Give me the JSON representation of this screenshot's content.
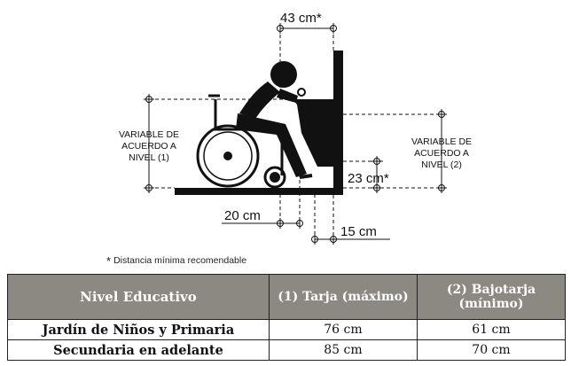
{
  "diagram": {
    "dim_top": "43 cm*",
    "left_label": [
      "VARIABLE DE",
      "ACUERDO A",
      "NIVEL (1)"
    ],
    "right_label": [
      "VARIABLE DE",
      "ACUERDO A",
      "NIVEL (2)"
    ],
    "dim_knee": "23 cm*",
    "dim_20": "20 cm",
    "dim_15": "15 cm"
  },
  "footnote": {
    "star": "*",
    "text": "Distancia mínima recomendable"
  },
  "table": {
    "headers": [
      "Nivel Educativo",
      "(1) Tarja (máximo)",
      "(2) Bajotarja (mínimo)"
    ],
    "rows": [
      [
        "Jardín de Niños y Primaria",
        "76 cm",
        "61 cm"
      ],
      [
        "Secundaria en adelante",
        "85 cm",
        "70 cm"
      ]
    ]
  }
}
